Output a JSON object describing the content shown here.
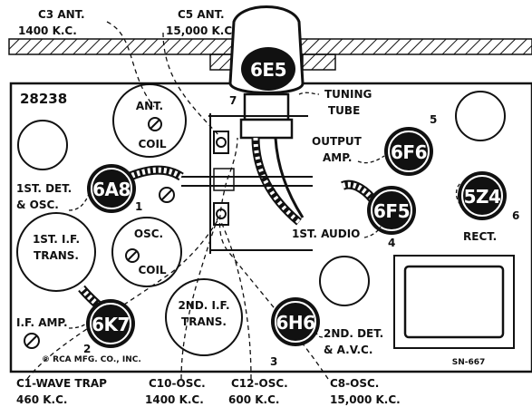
{
  "top_labels": {
    "c3": [
      "C3 ANT.",
      "1400 K.C."
    ],
    "c5": [
      "C5 ANT.",
      "15,000 K.C."
    ]
  },
  "chassis_id": "28238",
  "tuning_tube": {
    "label": "6E5",
    "caption": [
      "TUNING",
      "TUBE"
    ],
    "number": "7"
  },
  "tubes": {
    "t6a8": {
      "label": "6A8",
      "number": "1",
      "caption": [
        "1ST. DET.",
        "& OSC."
      ]
    },
    "t6k7": {
      "label": "6K7",
      "number": "2",
      "caption": [
        "I.F. AMP."
      ]
    },
    "t6h6": {
      "label": "6H6",
      "number": "3",
      "caption": [
        "2ND. DET.",
        "& A.V.C."
      ]
    },
    "t6f5": {
      "label": "6F5",
      "number": "4",
      "caption": [
        "1ST. AUDIO"
      ]
    },
    "t6f6": {
      "label": "6F6",
      "number": "5",
      "caption": [
        "OUTPUT",
        "AMP."
      ]
    },
    "t5z4": {
      "label": "5Z4",
      "number": "6",
      "caption": [
        "RECT."
      ]
    }
  },
  "coils": {
    "ant_coil": [
      "ANT.",
      "COIL"
    ],
    "osc_coil": [
      "OSC.",
      "COIL"
    ],
    "if1": [
      "1ST. I.F.",
      "TRANS."
    ],
    "if2": [
      "2ND. I.F.",
      "TRANS."
    ]
  },
  "copyright": "© RCA MFG. CO., INC.",
  "serial": "SN-667",
  "bottom_labels": {
    "c1": [
      "C1-WAVE TRAP",
      "460 K.C."
    ],
    "c10": [
      "C10-OSC.",
      "1400 K.C."
    ],
    "c12": [
      "C12-OSC.",
      "600 K.C."
    ],
    "c8": [
      "C8-OSC.",
      "15,000 K.C."
    ]
  }
}
